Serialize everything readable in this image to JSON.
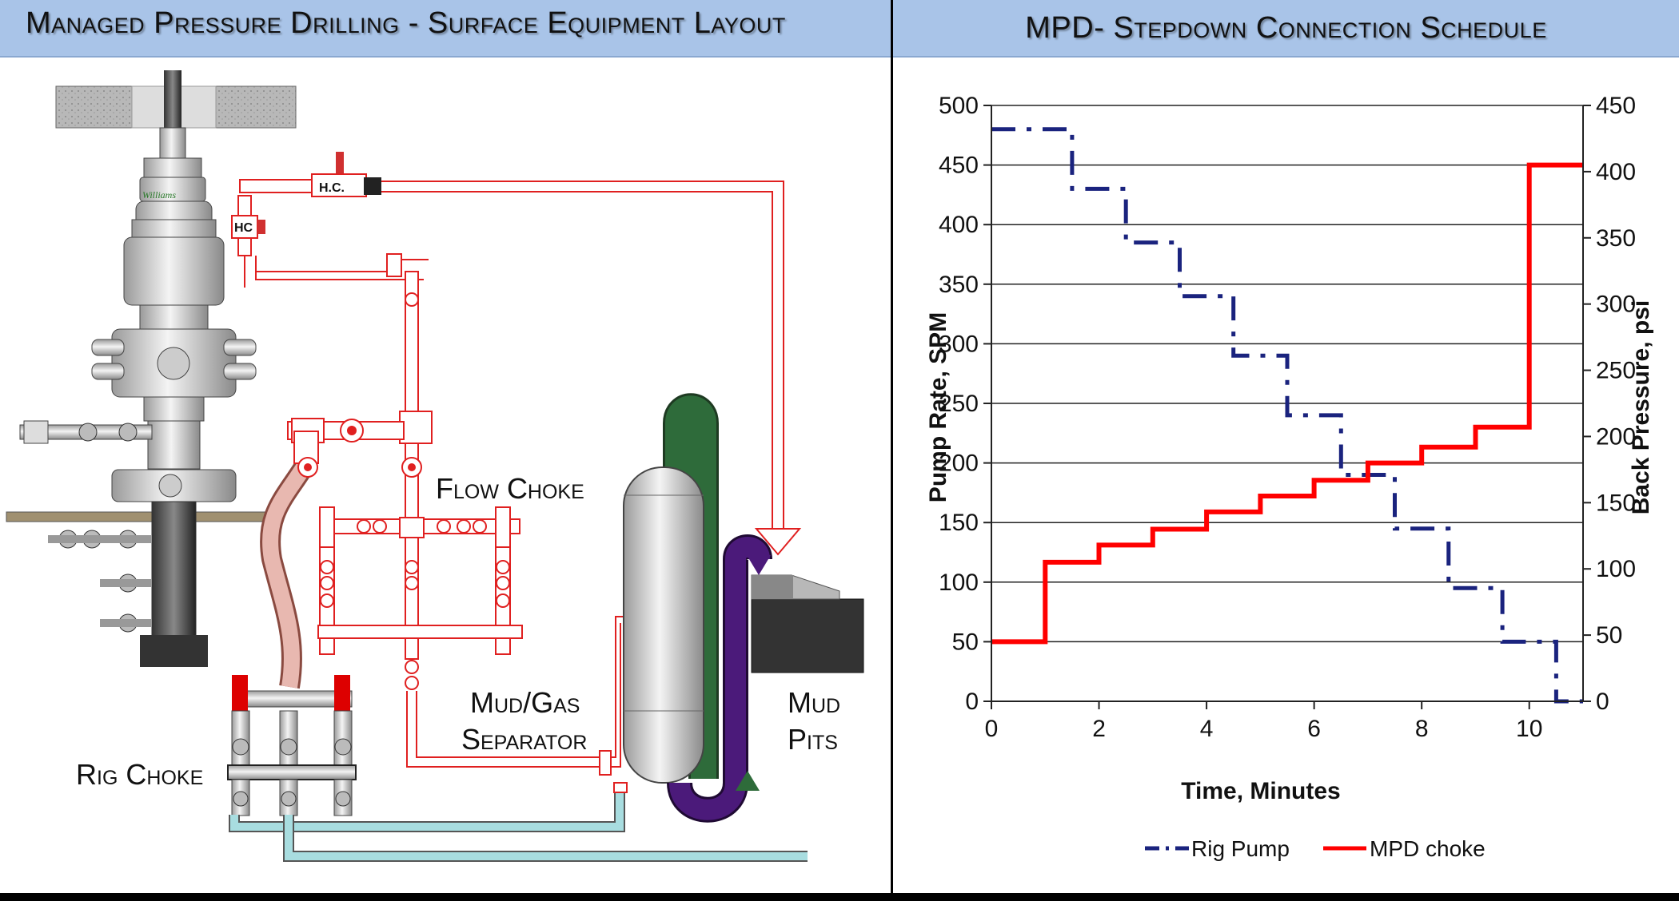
{
  "left": {
    "title": "Managed Pressure Drilling - Surface Equipment Layout",
    "labels": {
      "flow_choke": "Flow Choke",
      "mud_gas_1": "Mud/Gas",
      "mud_gas_2": "Separator",
      "mud_1": "Mud",
      "mud_2": "Pits",
      "rig_choke": "Rig Choke",
      "hc1": "H.C.",
      "hc2": "HC",
      "brand": "Williams"
    },
    "colors": {
      "flow_line": "#e02020",
      "return_line": "#a8dde0",
      "hose": "#e8b8b0",
      "loop_green": "#2e6b3a",
      "loop_purple": "#4b1a7a"
    }
  },
  "right": {
    "title": "MPD- Stepdown Connection Schedule"
  },
  "chart_data": {
    "type": "line",
    "title": "MPD- Stepdown Connection Schedule",
    "xlabel": "Time, Minutes",
    "ylabel": "Pump Rate, SPM",
    "y2label": "Back Pressure, psi",
    "xlim": [
      0,
      11
    ],
    "ylim": [
      0,
      500
    ],
    "y2lim": [
      0,
      450
    ],
    "xticks": [
      0,
      2,
      4,
      6,
      8,
      10
    ],
    "yticks": [
      0,
      50,
      100,
      150,
      200,
      250,
      300,
      350,
      400,
      450,
      500
    ],
    "y2ticks": [
      0,
      50,
      100,
      150,
      200,
      250,
      300,
      350,
      400,
      450
    ],
    "grid": true,
    "legend": "bottom",
    "series": [
      {
        "name": "Rig Pump",
        "axis": "left",
        "color": "#1a237e",
        "style": "dash-dot",
        "x": [
          0,
          1.5,
          1.5,
          2.5,
          2.5,
          3.5,
          3.5,
          4.5,
          4.5,
          5.5,
          5.5,
          6.5,
          6.5,
          7.5,
          7.5,
          8.5,
          8.5,
          9.5,
          9.5,
          10.5,
          10.5,
          11
        ],
        "y": [
          480,
          480,
          430,
          430,
          385,
          385,
          340,
          340,
          290,
          290,
          240,
          240,
          190,
          190,
          145,
          145,
          95,
          95,
          50,
          50,
          0,
          0
        ]
      },
      {
        "name": "MPD choke",
        "axis": "right",
        "color": "#ff0000",
        "style": "solid",
        "x": [
          0,
          1,
          1,
          2,
          2,
          3,
          3,
          4,
          4,
          5,
          5,
          6,
          6,
          7,
          7,
          8,
          8,
          9,
          9,
          10,
          10,
          11
        ],
        "y": [
          45,
          45,
          105,
          105,
          118,
          118,
          130,
          130,
          143,
          143,
          155,
          155,
          167,
          167,
          180,
          180,
          192,
          192,
          207,
          207,
          405,
          405
        ]
      }
    ]
  }
}
